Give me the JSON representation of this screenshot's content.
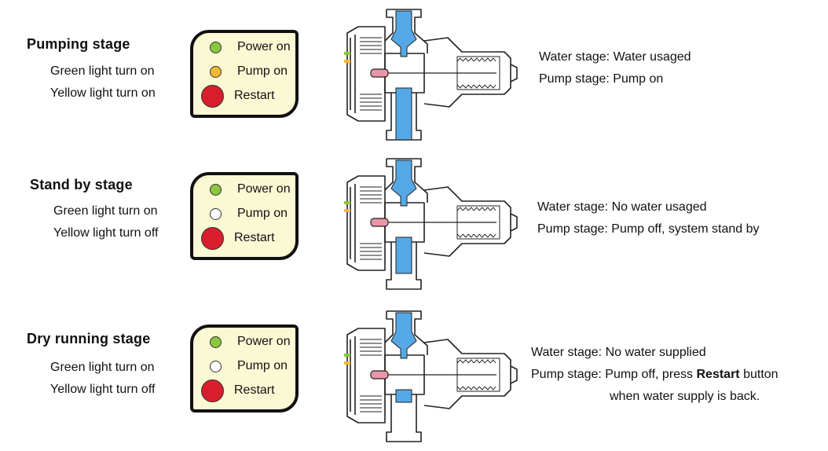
{
  "colors": {
    "green": "#8cc63f",
    "yellow": "#f5b82e",
    "off": "#ffffff",
    "red": "#d81e2c",
    "water": "#55a8e6",
    "panel_bg": "#fbf8d4",
    "piston": "#e896a8"
  },
  "panel_labels": {
    "power": "Power on",
    "pump": "Pump on",
    "restart": "Restart"
  },
  "stages": [
    {
      "title": "Pumping stage",
      "green_text": "Green light turn on",
      "yellow_text": "Yellow light turn on",
      "pump_light": "yellow",
      "water_label": "Water stage:",
      "water_value": "Water usaged",
      "pump_label": "Pump stage:",
      "pump_value": "Pump on",
      "pump_suffix": "",
      "pump_line2": ""
    },
    {
      "title": "Stand by stage",
      "green_text": "Green light turn on",
      "yellow_text": "Yellow light turn off",
      "pump_light": "off",
      "water_label": "Water stage:",
      "water_value": "No water usaged",
      "pump_label": "Pump stage:",
      "pump_value": "Pump off, system stand by",
      "pump_suffix": "",
      "pump_line2": ""
    },
    {
      "title": "Dry running stage",
      "green_text": "Green light turn on",
      "yellow_text": "Yellow light turn off",
      "pump_light": "off",
      "water_label": "Water stage:",
      "water_value": "No water supplied",
      "pump_label": "Pump stage:",
      "pump_value": "Pump off, press",
      "pump_bold": "Restart",
      "pump_suffix": "button",
      "pump_line2": "when water supply is back."
    }
  ]
}
